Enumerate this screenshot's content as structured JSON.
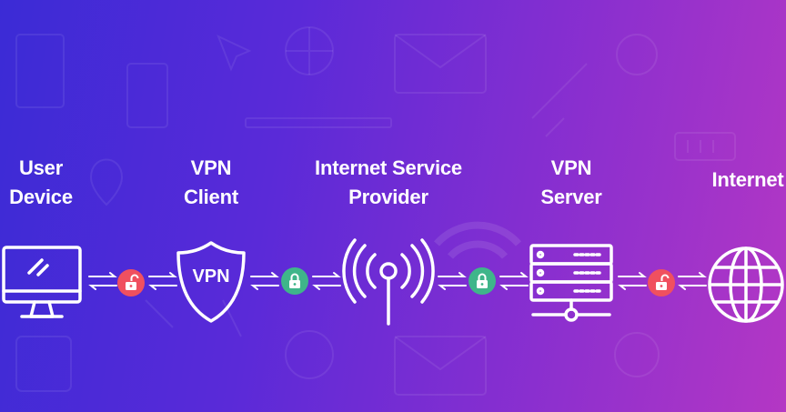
{
  "nodes": [
    {
      "id": "user-device",
      "line1": "User",
      "line2": "Device"
    },
    {
      "id": "vpn-client",
      "line1": "VPN",
      "line2": "Client"
    },
    {
      "id": "isp",
      "line1": "Internet Service",
      "line2": "Provider"
    },
    {
      "id": "vpn-server",
      "line1": "VPN",
      "line2": "Server"
    },
    {
      "id": "internet",
      "line1": "Internet",
      "line2": ""
    }
  ],
  "shield_text": "VPN",
  "links": [
    {
      "between": "user-device/vpn-client",
      "lock": "unlocked",
      "color": "#f0505f"
    },
    {
      "between": "vpn-client/isp",
      "lock": "locked",
      "color": "#3fb58a"
    },
    {
      "between": "isp/vpn-server",
      "lock": "locked",
      "color": "#3fb58a"
    },
    {
      "between": "vpn-server/internet",
      "lock": "unlocked",
      "color": "#f0505f"
    }
  ],
  "colors": {
    "gradient_start": "#3b2bd6",
    "gradient_end": "#b437c4",
    "icon_stroke": "#ffffff",
    "unlocked": "#f0505f",
    "locked": "#3fb58a"
  }
}
